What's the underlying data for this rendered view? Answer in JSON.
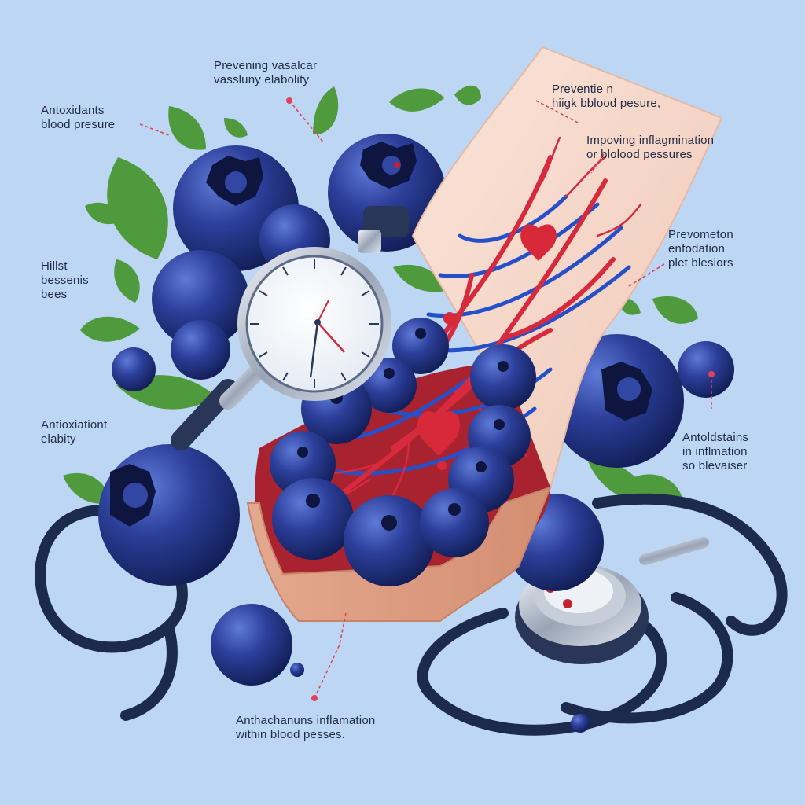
{
  "labels": {
    "top_center": [
      "Prevening vasalcar",
      "vassluny elabolity"
    ],
    "top_left": [
      "Antoxidants",
      "blood presure"
    ],
    "top_right": [
      "Preventie n",
      "hiigk bblood pesure,"
    ],
    "upper_right": [
      "Impoving inflagmination",
      "or blolood pessures"
    ],
    "mid_right": [
      "Prevometon",
      "enfodation",
      "plet blesiors"
    ],
    "mid_left": [
      "Hillst",
      "bessenis",
      "bees"
    ],
    "lower_left": [
      "Antioxiationt",
      "elabity"
    ],
    "lower_right": [
      "Antoldstains",
      "in inflmation",
      "so blevaiser"
    ],
    "bottom": [
      "Anthachanuns inflamation",
      "within blood pesses."
    ]
  },
  "colors": {
    "background": "#bcd6f3",
    "blueberry": "#23398a",
    "leaf": "#4f9a3c",
    "artery": "#d82a3c",
    "vein": "#2550c8",
    "skin": "#f3d6c6",
    "stethoscope": "#1c2a4e",
    "pointer": "#e0425a"
  },
  "icons": [
    "blood-pressure-gauge-icon",
    "stethoscope-icon",
    "blueberry-icon",
    "leaf-icon",
    "heart-icon"
  ]
}
